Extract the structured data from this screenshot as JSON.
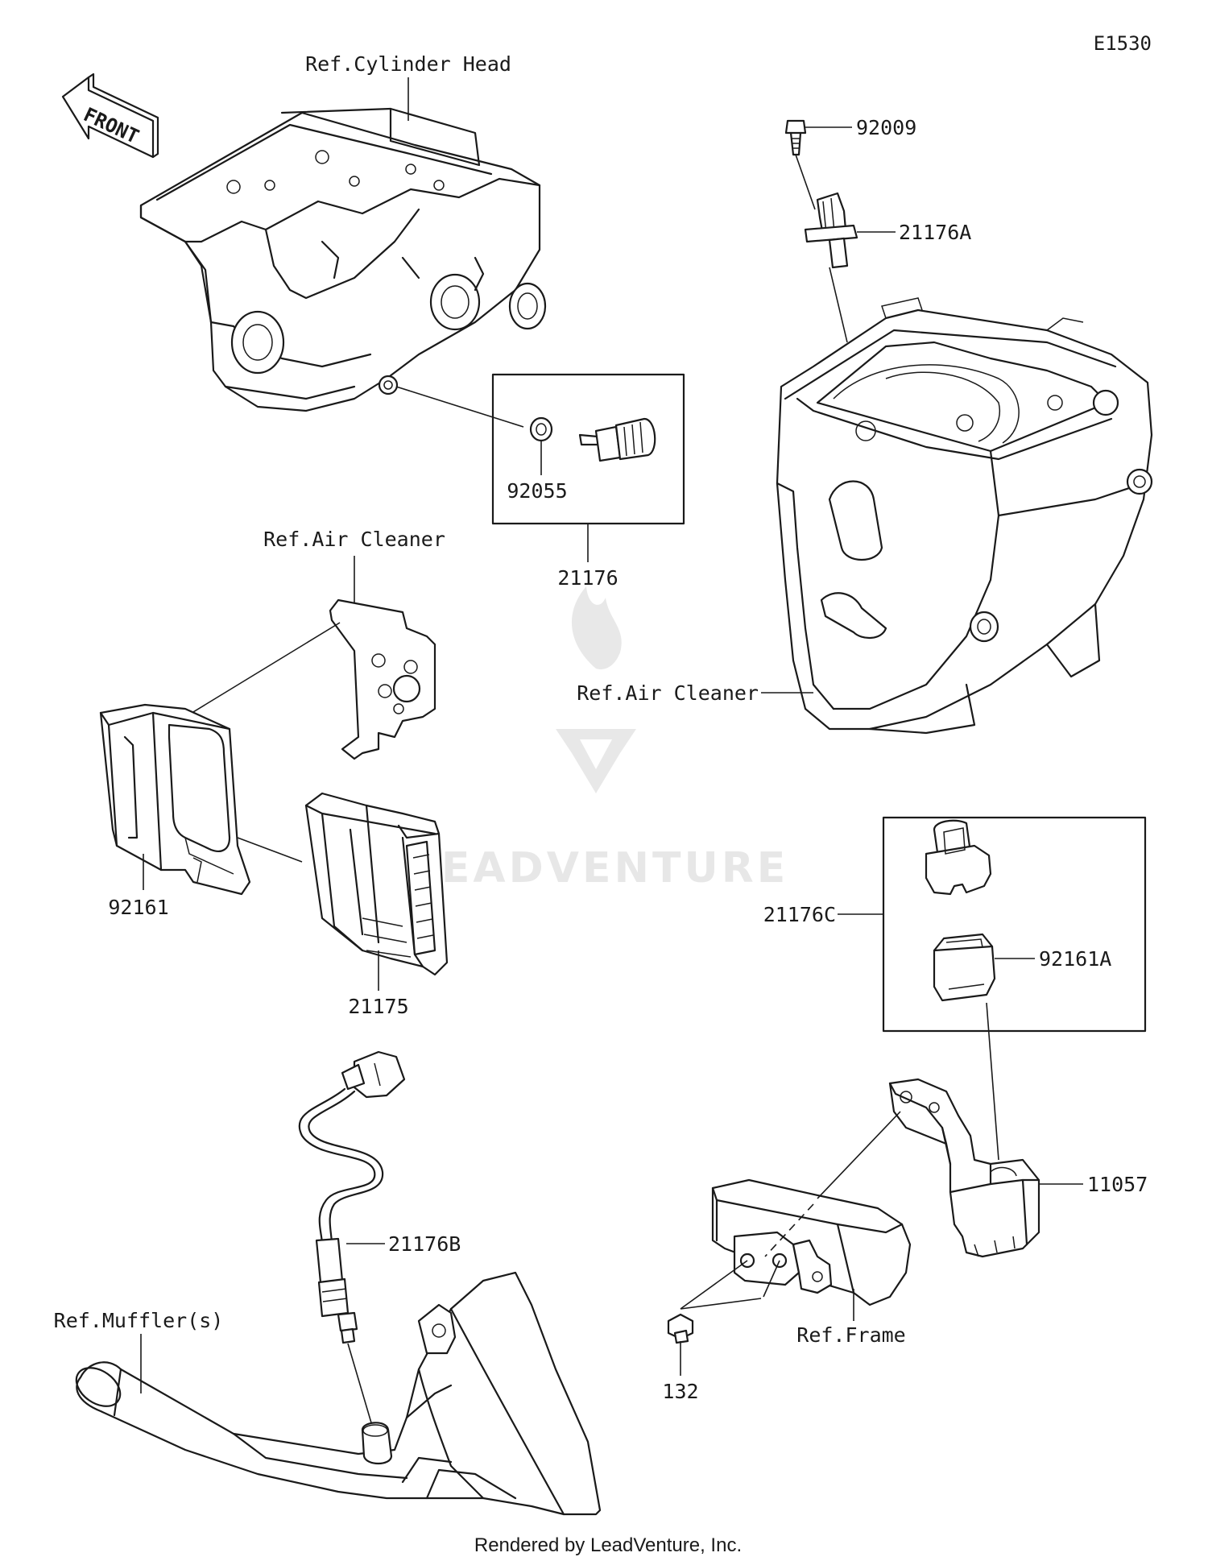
{
  "diagram_code": "E1530",
  "front_arrow_label": "FRONT",
  "references": {
    "cylinder_head": "Ref.Cylinder Head",
    "air_cleaner_bracket": "Ref.Air Cleaner",
    "air_cleaner_box": "Ref.Air Cleaner",
    "muffler": "Ref.Muffler(s)",
    "frame": "Ref.Frame"
  },
  "part_numbers": {
    "bolt_top": "92009",
    "sensor_intake": "21176A",
    "washer": "92055",
    "temp_sensor_kit": "21176",
    "ecu_bracket": "92161",
    "ecu": "21175",
    "sensor_kit_c": "21176C",
    "sensor_holder": "92161A",
    "o2_sensor": "21176B",
    "sensor_bracket": "11057",
    "bolt_frame": "132"
  },
  "watermark_text": "LEADVENTURE",
  "footer_text": "Rendered by LeadVenture, Inc."
}
